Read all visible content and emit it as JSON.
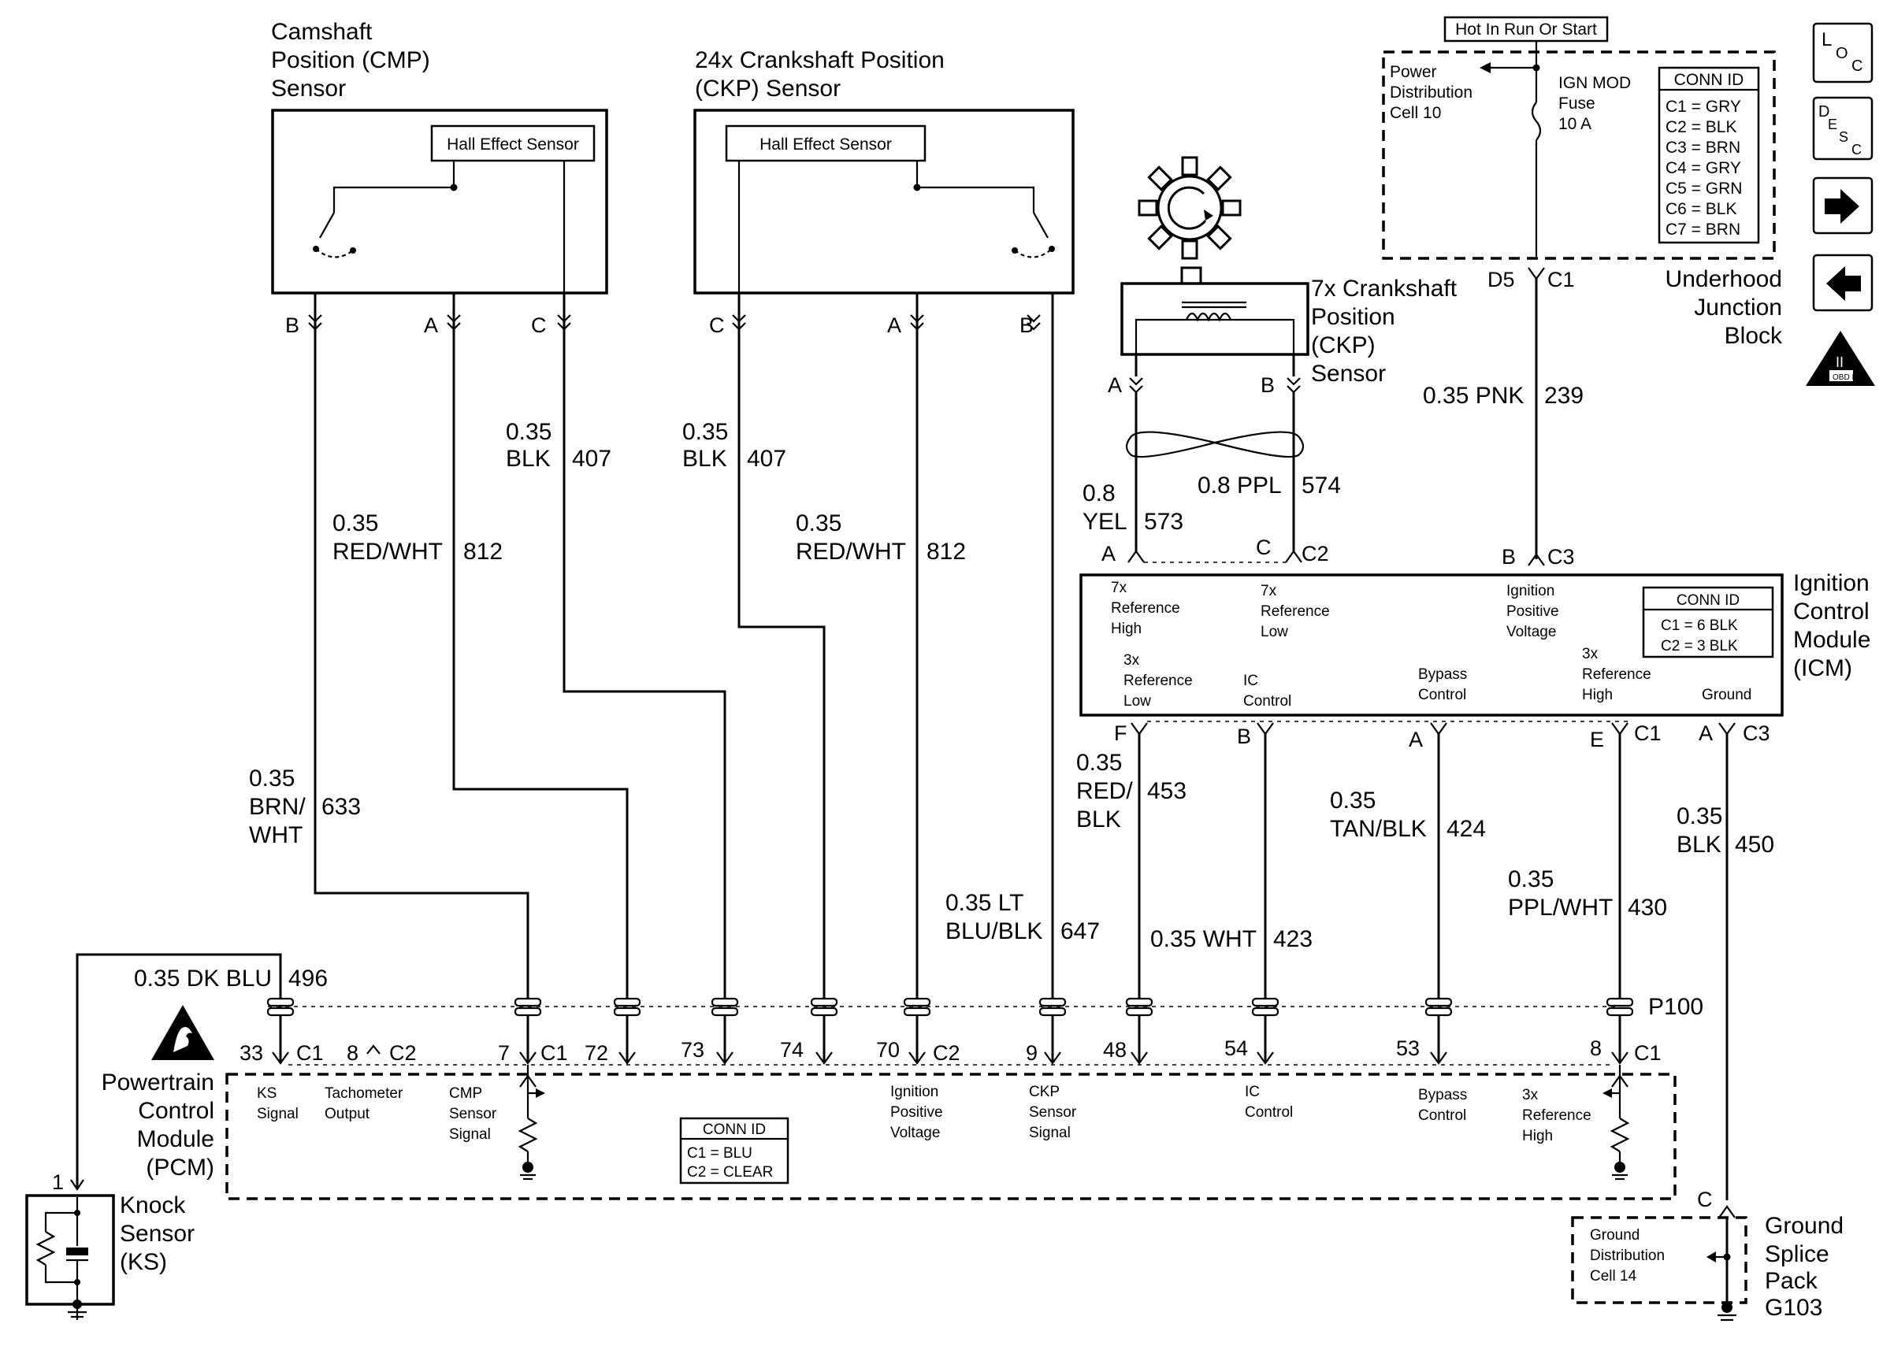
{
  "cmp_sensor": {
    "title": [
      "Camshaft",
      "Position (CMP)",
      "Sensor"
    ],
    "hall": "Hall Effect Sensor"
  },
  "ckp24_sensor": {
    "title": [
      "24x Crankshaft Position",
      "(CKP) Sensor"
    ],
    "hall": "Hall Effect Sensor"
  },
  "ckp7_sensor": {
    "title": [
      "7x Crankshaft",
      "Position",
      "(CKP)",
      "Sensor"
    ]
  },
  "ujb": {
    "hot_label": "Hot In Run Or Start",
    "power_dist": [
      "Power",
      "Distribution",
      "Cell 10"
    ],
    "fuse": [
      "IGN MOD",
      "Fuse",
      "10 A"
    ],
    "conn_id_title": "CONN ID",
    "conn_id": [
      "C1 = GRY",
      "C2 = BLK",
      "C3 = BRN",
      "C4 = GRY",
      "C5 = GRN",
      "C6 = BLK",
      "C7 = BRN"
    ],
    "title": [
      "Underhood",
      "Junction",
      "Block"
    ]
  },
  "icm": {
    "title": [
      "Ignition",
      "Control",
      "Module",
      "(ICM)"
    ],
    "labels": {
      "ref7_high": [
        "7x",
        "Reference",
        "High"
      ],
      "ref7_low": [
        "7x",
        "Reference",
        "Low"
      ],
      "ign_pos": [
        "Ignition",
        "Positive",
        "Voltage"
      ],
      "ref3_low": [
        "3x",
        "Reference",
        "Low"
      ],
      "ic_control": [
        "IC",
        "Control"
      ],
      "bypass": [
        "Bypass",
        "Control"
      ],
      "ref3_high": [
        "3x",
        "Reference",
        "High"
      ],
      "ground": "Ground"
    },
    "conn_id_title": "CONN ID",
    "conn_id": [
      "C1 = 6 BLK",
      "C2 = 3 BLK"
    ]
  },
  "pcm": {
    "title": [
      "Powertrain",
      "Control",
      "Module",
      "(PCM)"
    ],
    "labels": {
      "ks_signal": [
        "KS",
        "Signal"
      ],
      "tach": [
        "Tachometer",
        "Output"
      ],
      "cmp_signal": [
        "CMP",
        "Sensor",
        "Signal"
      ],
      "ign_pos": [
        "Ignition",
        "Positive",
        "Voltage"
      ],
      "ckp_signal": [
        "CKP",
        "Sensor",
        "Signal"
      ],
      "ic_control": [
        "IC",
        "Control"
      ],
      "bypass": [
        "Bypass",
        "Control"
      ],
      "ref3_high": [
        "3x",
        "Reference",
        "High"
      ]
    },
    "conn_id_title": "CONN ID",
    "conn_id": [
      "C1 = BLU",
      "C2 = CLEAR"
    ]
  },
  "knock": {
    "title": [
      "Knock",
      "Sensor",
      "(KS)"
    ]
  },
  "ground_splice": {
    "title": [
      "Ground",
      "Splice",
      "Pack",
      "G103"
    ],
    "dist": [
      "Ground",
      "Distribution",
      "Cell 14"
    ]
  },
  "pins": {
    "cmp_b": "B",
    "cmp_a": "A",
    "cmp_c": "C",
    "ckp24_c": "C",
    "ckp24_a": "A",
    "ckp24_b": "B",
    "ckp7_a": "A",
    "ckp7_b": "B",
    "ujb_d5": "D5",
    "ujb_c1": "C1",
    "icm_a": "A",
    "icm_c": "C",
    "icm_c2": "C2",
    "icm_b": "B",
    "icm_c3": "C3",
    "icm_f": "F",
    "icm_bb": "B",
    "icm_aa": "A",
    "icm_e": "E",
    "icm_c1": "C1",
    "icm_a2": "A",
    "icm_c3b": "C3",
    "p100": "P100",
    "pcm_33": "33",
    "pcm_c1a": "C1",
    "pcm_8": "8",
    "pcm_c2a": "C2",
    "pcm_7": "7",
    "pcm_c1b": "C1",
    "pcm_72": "72",
    "pcm_73": "73",
    "pcm_74": "74",
    "pcm_70": "70",
    "pcm_c2b": "C2",
    "pcm_9": "9",
    "pcm_48": "48",
    "pcm_54": "54",
    "pcm_53": "53",
    "pcm_8b": "8",
    "pcm_c1c": "C1",
    "ks_1": "1",
    "gnd_c": "C"
  },
  "wires": {
    "w633": [
      "0.35",
      "BRN/",
      "WHT",
      "633"
    ],
    "w812a": [
      "0.35",
      "RED/WHT",
      "812"
    ],
    "w407a": [
      "0.35",
      "BLK",
      "407"
    ],
    "w407b": [
      "0.35",
      "BLK",
      "407"
    ],
    "w812b": [
      "0.35",
      "RED/WHT",
      "812"
    ],
    "w647": [
      "0.35 LT",
      "BLU/BLK",
      "647"
    ],
    "w573": [
      "0.8",
      "YEL",
      "573"
    ],
    "w574": [
      "0.8 PPL",
      "574"
    ],
    "w239": [
      "0.35 PNK",
      "239"
    ],
    "w453": [
      "0.35",
      "RED/",
      "BLK",
      "453"
    ],
    "w423": [
      "0.35 WHT",
      "423"
    ],
    "w424": [
      "0.35",
      "TAN/BLK",
      "424"
    ],
    "w430": [
      "0.35",
      "PPL/WHT",
      "430"
    ],
    "w450": [
      "0.35",
      "BLK",
      "450"
    ],
    "w496": [
      "0.35 DK BLU",
      "496"
    ]
  },
  "side_icons": [
    "loc-icon",
    "desc-icon",
    "arrow-right-icon",
    "arrow-left-icon",
    "obd-ii-icon"
  ]
}
